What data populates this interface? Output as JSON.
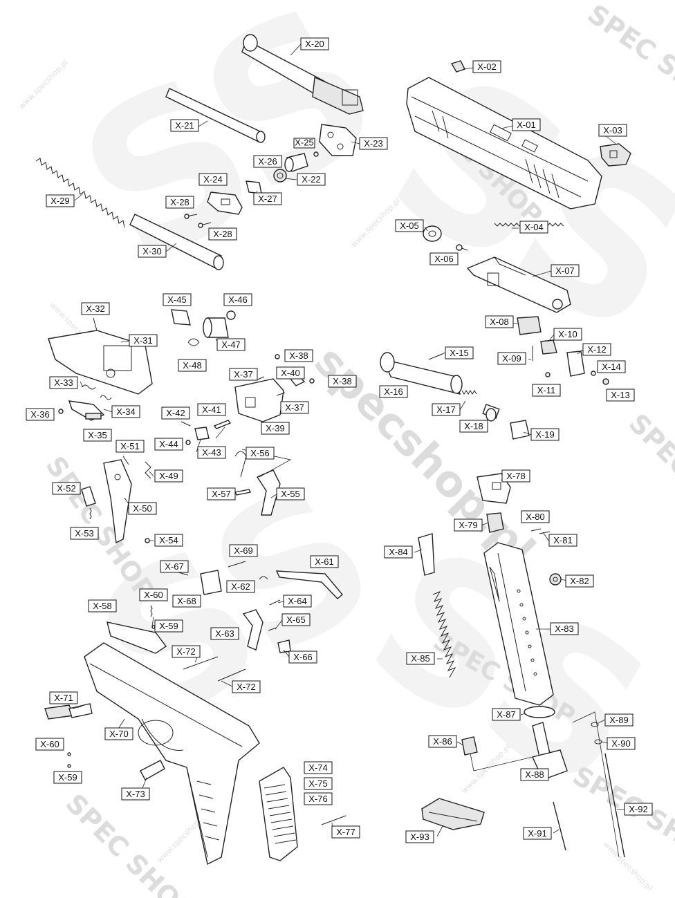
{
  "watermark": {
    "brand": "SPEC SHOP",
    "logo": "SS",
    "url": "www.specshop.pl",
    "big_text": "specshop.pl"
  },
  "labels": [
    {
      "id": "X-01"
    },
    {
      "id": "X-02"
    },
    {
      "id": "X-03"
    },
    {
      "id": "X-04"
    },
    {
      "id": "X-05"
    },
    {
      "id": "X-06"
    },
    {
      "id": "X-07"
    },
    {
      "id": "X-08"
    },
    {
      "id": "X-09"
    },
    {
      "id": "X-10"
    },
    {
      "id": "X-11"
    },
    {
      "id": "X-12"
    },
    {
      "id": "X-13"
    },
    {
      "id": "X-14"
    },
    {
      "id": "X-15"
    },
    {
      "id": "X-16"
    },
    {
      "id": "X-17"
    },
    {
      "id": "X-18"
    },
    {
      "id": "X-19"
    },
    {
      "id": "X-20"
    },
    {
      "id": "X-21"
    },
    {
      "id": "X-22"
    },
    {
      "id": "X-23"
    },
    {
      "id": "X-24"
    },
    {
      "id": "X-25"
    },
    {
      "id": "X-26"
    },
    {
      "id": "X-27"
    },
    {
      "id": "X-28"
    },
    {
      "id": "X-28"
    },
    {
      "id": "X-29"
    },
    {
      "id": "X-30"
    },
    {
      "id": "X-31"
    },
    {
      "id": "X-32"
    },
    {
      "id": "X-33"
    },
    {
      "id": "X-34"
    },
    {
      "id": "X-35"
    },
    {
      "id": "X-36"
    },
    {
      "id": "X-37"
    },
    {
      "id": "X-37"
    },
    {
      "id": "X-38"
    },
    {
      "id": "X-38"
    },
    {
      "id": "X-39"
    },
    {
      "id": "X-40"
    },
    {
      "id": "X-41"
    },
    {
      "id": "X-42"
    },
    {
      "id": "X-43"
    },
    {
      "id": "X-44"
    },
    {
      "id": "X-45"
    },
    {
      "id": "X-46"
    },
    {
      "id": "X-47"
    },
    {
      "id": "X-48"
    },
    {
      "id": "X-49"
    },
    {
      "id": "X-50"
    },
    {
      "id": "X-51"
    },
    {
      "id": "X-52"
    },
    {
      "id": "X-53"
    },
    {
      "id": "X-54"
    },
    {
      "id": "X-55"
    },
    {
      "id": "X-56"
    },
    {
      "id": "X-57"
    },
    {
      "id": "X-58"
    },
    {
      "id": "X-59"
    },
    {
      "id": "X-59"
    },
    {
      "id": "X-60"
    },
    {
      "id": "X-60"
    },
    {
      "id": "X-61"
    },
    {
      "id": "X-62"
    },
    {
      "id": "X-63"
    },
    {
      "id": "X-64"
    },
    {
      "id": "X-65"
    },
    {
      "id": "X-66"
    },
    {
      "id": "X-67"
    },
    {
      "id": "X-68"
    },
    {
      "id": "X-69"
    },
    {
      "id": "X-70"
    },
    {
      "id": "X-71"
    },
    {
      "id": "X-72"
    },
    {
      "id": "X-72"
    },
    {
      "id": "X-73"
    },
    {
      "id": "X-74"
    },
    {
      "id": "X-75"
    },
    {
      "id": "X-76"
    },
    {
      "id": "X-77"
    },
    {
      "id": "X-78"
    },
    {
      "id": "X-79"
    },
    {
      "id": "X-80"
    },
    {
      "id": "X-81"
    },
    {
      "id": "X-82"
    },
    {
      "id": "X-83"
    },
    {
      "id": "X-84"
    },
    {
      "id": "X-85"
    },
    {
      "id": "X-86"
    },
    {
      "id": "X-87"
    },
    {
      "id": "X-88"
    },
    {
      "id": "X-89"
    },
    {
      "id": "X-90"
    },
    {
      "id": "X-91"
    },
    {
      "id": "X-92"
    },
    {
      "id": "X-93"
    }
  ]
}
